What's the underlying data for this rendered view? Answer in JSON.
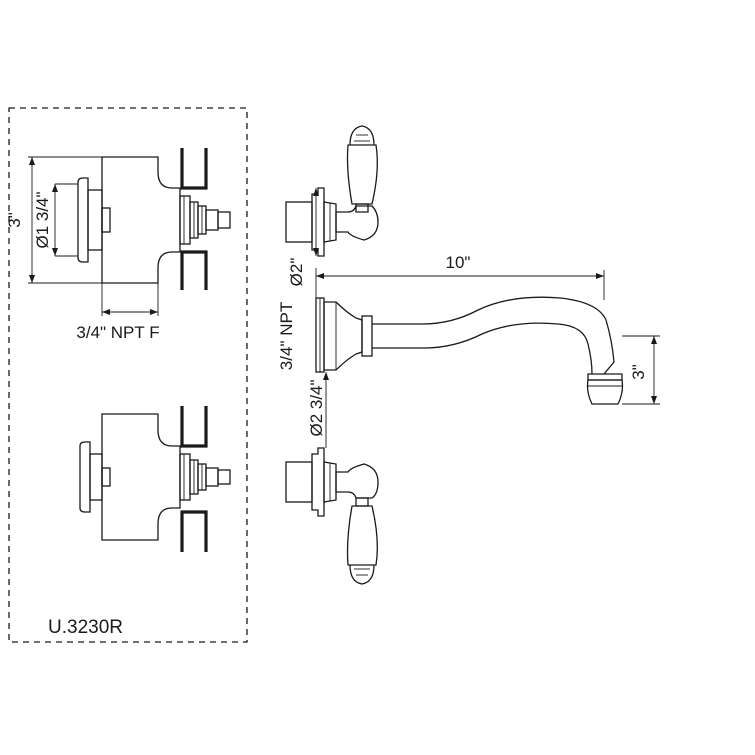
{
  "model": "U.3230R",
  "colors": {
    "line": "#1a1a1a",
    "background": "#ffffff"
  },
  "dimensions": {
    "valve_height": "3\"",
    "handle_flange_diameter": "Ø1 3/4\"",
    "valve_connection": "3/4\" NPT F",
    "handle_escutcheon_diameter": "Ø2\"",
    "spout_reach": "10\"",
    "spout_connection": "3/4\" NPT",
    "spout_escutcheon_diameter": "Ø2 3/4\"",
    "spout_height": "3\""
  }
}
